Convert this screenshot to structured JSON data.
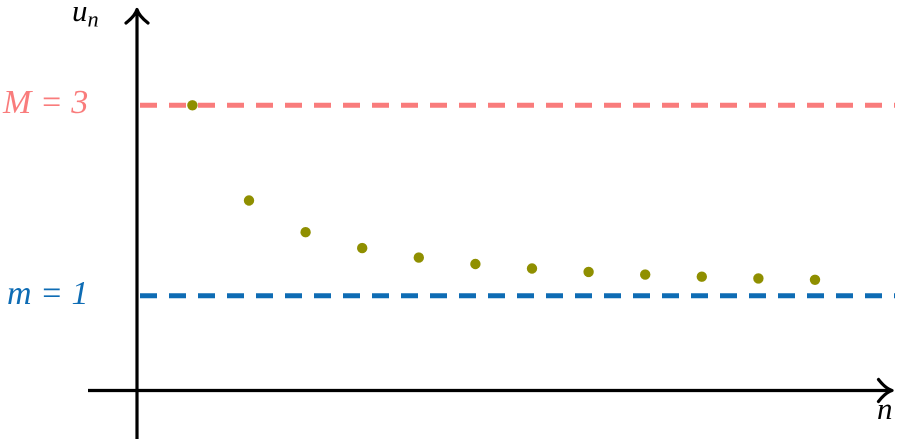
{
  "figure": {
    "background": "#ffffff",
    "labels": {
      "y_axis": {
        "base": "u",
        "sub": "n"
      },
      "x_axis": "n",
      "upper_bound": "M = 3",
      "lower_bound": "m = 1"
    },
    "colors": {
      "axis": "#000000",
      "upper_bound": "#f97c7c",
      "lower_bound": "#0e6cb4",
      "points": "#8f8f00"
    }
  },
  "chart_data": {
    "type": "scatter",
    "title": "",
    "xlabel": "n",
    "ylabel": "u_n",
    "x": [
      1,
      2,
      3,
      4,
      5,
      6,
      7,
      8,
      9,
      10,
      11,
      12
    ],
    "values": [
      3,
      2,
      1.667,
      1.5,
      1.4,
      1.333,
      1.286,
      1.25,
      1.222,
      1.2,
      1.182,
      1.167
    ],
    "hlines": [
      {
        "label": "M = 3",
        "value": 3,
        "color": "#f97c7c",
        "style": "dashed"
      },
      {
        "label": "m = 1",
        "value": 1,
        "color": "#0e6cb4",
        "style": "dashed"
      }
    ],
    "xlim": [
      0,
      13.4
    ],
    "ylim": [
      0,
      4
    ],
    "grid": false,
    "legend": false,
    "marker": "dot"
  }
}
